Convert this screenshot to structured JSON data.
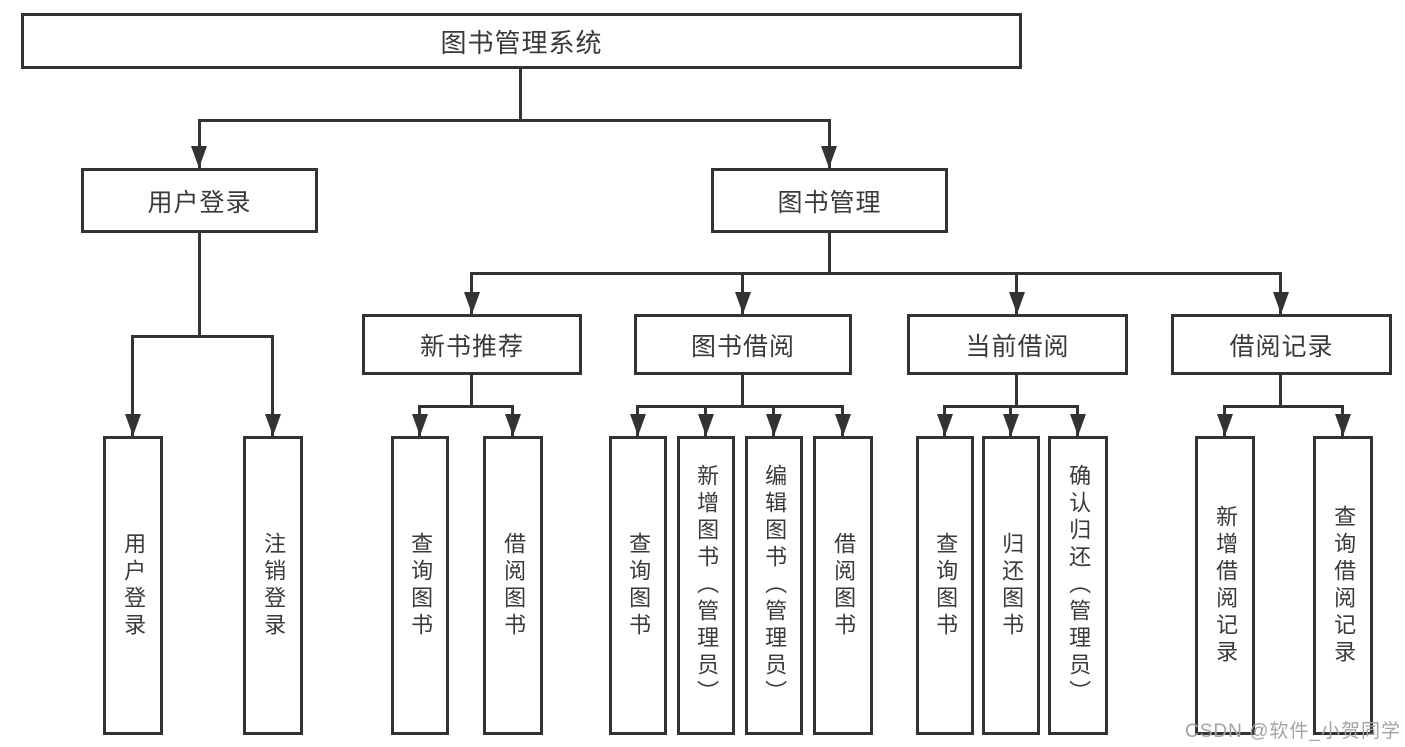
{
  "diagram": {
    "type": "hierarchy-tree",
    "colors": {
      "line": "#333333",
      "text": "#3a3a3a",
      "background": "#ffffff",
      "watermark": "#a3a3a3"
    },
    "root": {
      "label": "图书管理系统"
    },
    "branches": [
      {
        "label": "用户登录",
        "children": [
          {
            "label": "用户登录"
          },
          {
            "label": "注销登录"
          }
        ]
      },
      {
        "label": "图书管理",
        "children": [
          {
            "label": "新书推荐",
            "children": [
              {
                "label": "查询图书"
              },
              {
                "label": "借阅图书"
              }
            ]
          },
          {
            "label": "图书借阅",
            "children": [
              {
                "label": "查询图书"
              },
              {
                "label": "新增图书（管理员）"
              },
              {
                "label": "编辑图书（管理员）"
              },
              {
                "label": "借阅图书"
              }
            ]
          },
          {
            "label": "当前借阅",
            "children": [
              {
                "label": "查询图书"
              },
              {
                "label": "归还图书"
              },
              {
                "label": "确认归还（管理员）"
              }
            ]
          },
          {
            "label": "借阅记录",
            "children": [
              {
                "label": "新增借阅记录"
              },
              {
                "label": "查询借阅记录"
              }
            ]
          }
        ]
      }
    ],
    "watermark": "CSDN @软件_小贺同学"
  }
}
